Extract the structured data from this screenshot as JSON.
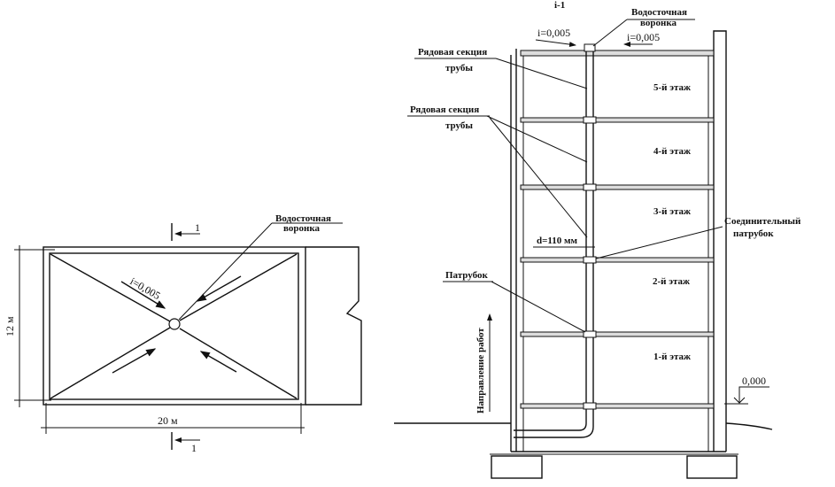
{
  "plan": {
    "funnel_label_1": "Водосточная",
    "funnel_label_2": "воронка",
    "slope": "i=0,005",
    "width_dim": "20 м",
    "height_dim": "12 м",
    "section_mark_top": "1",
    "section_mark_bottom": "1"
  },
  "section": {
    "title": "i-1",
    "funnel_label_1": "Водосточная",
    "funnel_label_2": "воронка",
    "slope_left": "i=0,005",
    "slope_right": "i=0,005",
    "pipe_section_a_1": "Рядовая секция",
    "pipe_section_a_2": "трубы",
    "pipe_section_b_1": "Рядовая секция",
    "pipe_section_b_2": "трубы",
    "diameter": "d=110 мм",
    "connector_1": "Соединительный",
    "connector_2": "патрубок",
    "branch_pipe": "Патрубок",
    "work_direction": "Направление работ",
    "level": "0,000",
    "floors": [
      "5-й этаж",
      "4-й этаж",
      "3-й этаж",
      "2-й этаж",
      "1-й этаж"
    ]
  }
}
